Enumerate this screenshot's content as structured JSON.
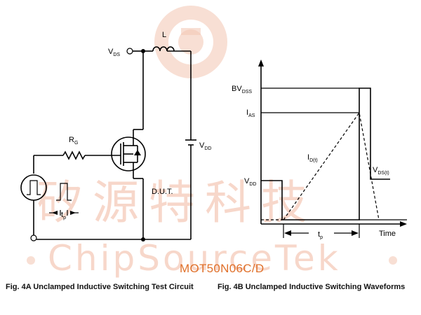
{
  "part_number": "MOT50N06C/D",
  "watermark": {
    "cjk": "矽源特科技",
    "latin": "ChipSourceTek"
  },
  "circuit": {
    "caption": "Fig. 4A Unclamped Inductive Switching Test Circuit",
    "vds_label": "V",
    "vds_sub": "DS",
    "inductor_label": "L",
    "rg_label": "R",
    "rg_sub": "G",
    "vdd_label": "V",
    "vdd_sub": "DD",
    "dut_label": "D.U.T.",
    "tp_label": "t",
    "tp_sub": "p"
  },
  "waveform": {
    "caption": "Fig. 4B Unclamped Inductive Switching Waveforms",
    "bvdss_label": "BV",
    "bvdss_sub": "DSS",
    "ias_label": "I",
    "ias_sub": "AS",
    "id_label": "I",
    "id_sub": "D(t)",
    "vdd_label": "V",
    "vdd_sub": "DD",
    "vdst_label": "V",
    "vdst_sub": "DS(t)",
    "tp_label": "t",
    "tp_sub": "p",
    "time_label": "Time"
  }
}
